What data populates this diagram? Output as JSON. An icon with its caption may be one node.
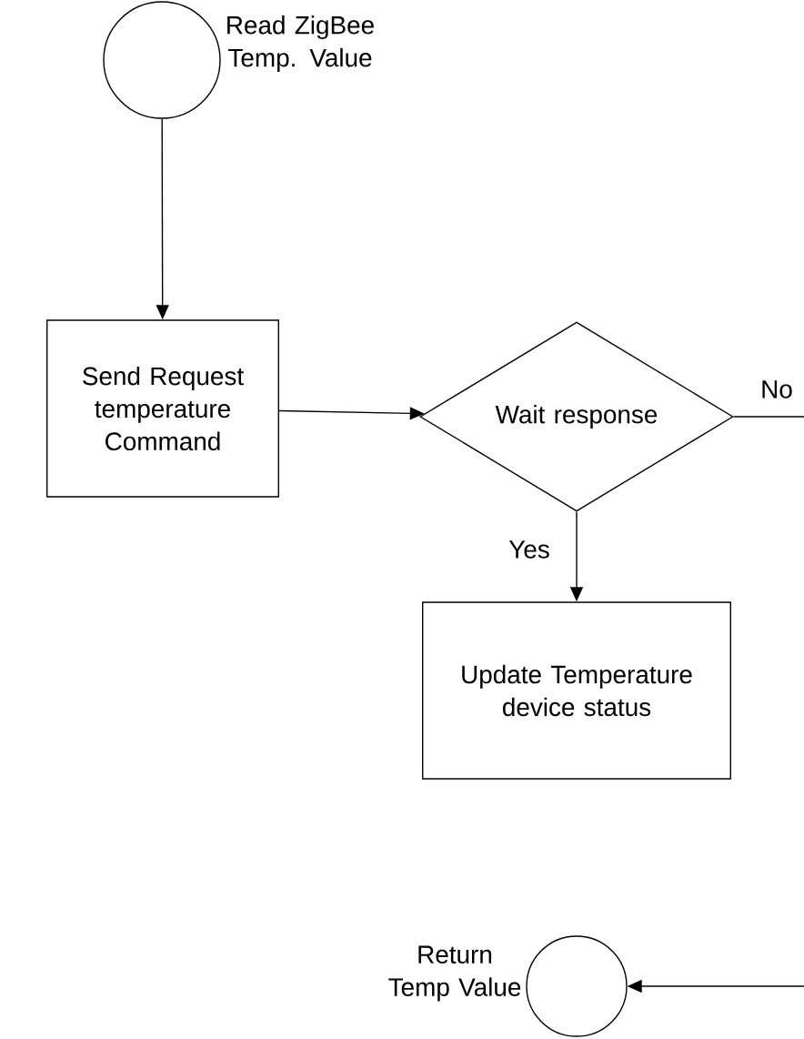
{
  "diagram": {
    "nodes": [
      {
        "text": [],
        "shape": "circle",
        "beside": [
          "Read ZigBee Temp. Value"
        ]
      },
      {
        "text": [
          "Send Request temperature Command"
        ]
      },
      {
        "text": [
          "Wait response"
        ]
      },
      {
        "text": [
          "Update Temperature device status"
        ]
      },
      {
        "text": [],
        "shape": "circle",
        "beside": [
          "Return Temp Value"
        ]
      }
    ],
    "edges": [
      {
        "from": 0,
        "to": 1,
        "arrow": "to"
      },
      {
        "from": 1,
        "to": 2,
        "arrow": "to"
      },
      {
        "from": 2,
        "to": 3,
        "arrow": "to",
        "label": "Yes"
      },
      {
        "from": 2,
        "to": null,
        "arrow": "none",
        "label": "No"
      },
      {
        "from": null,
        "to": 4,
        "arrow": "to"
      }
    ]
  }
}
